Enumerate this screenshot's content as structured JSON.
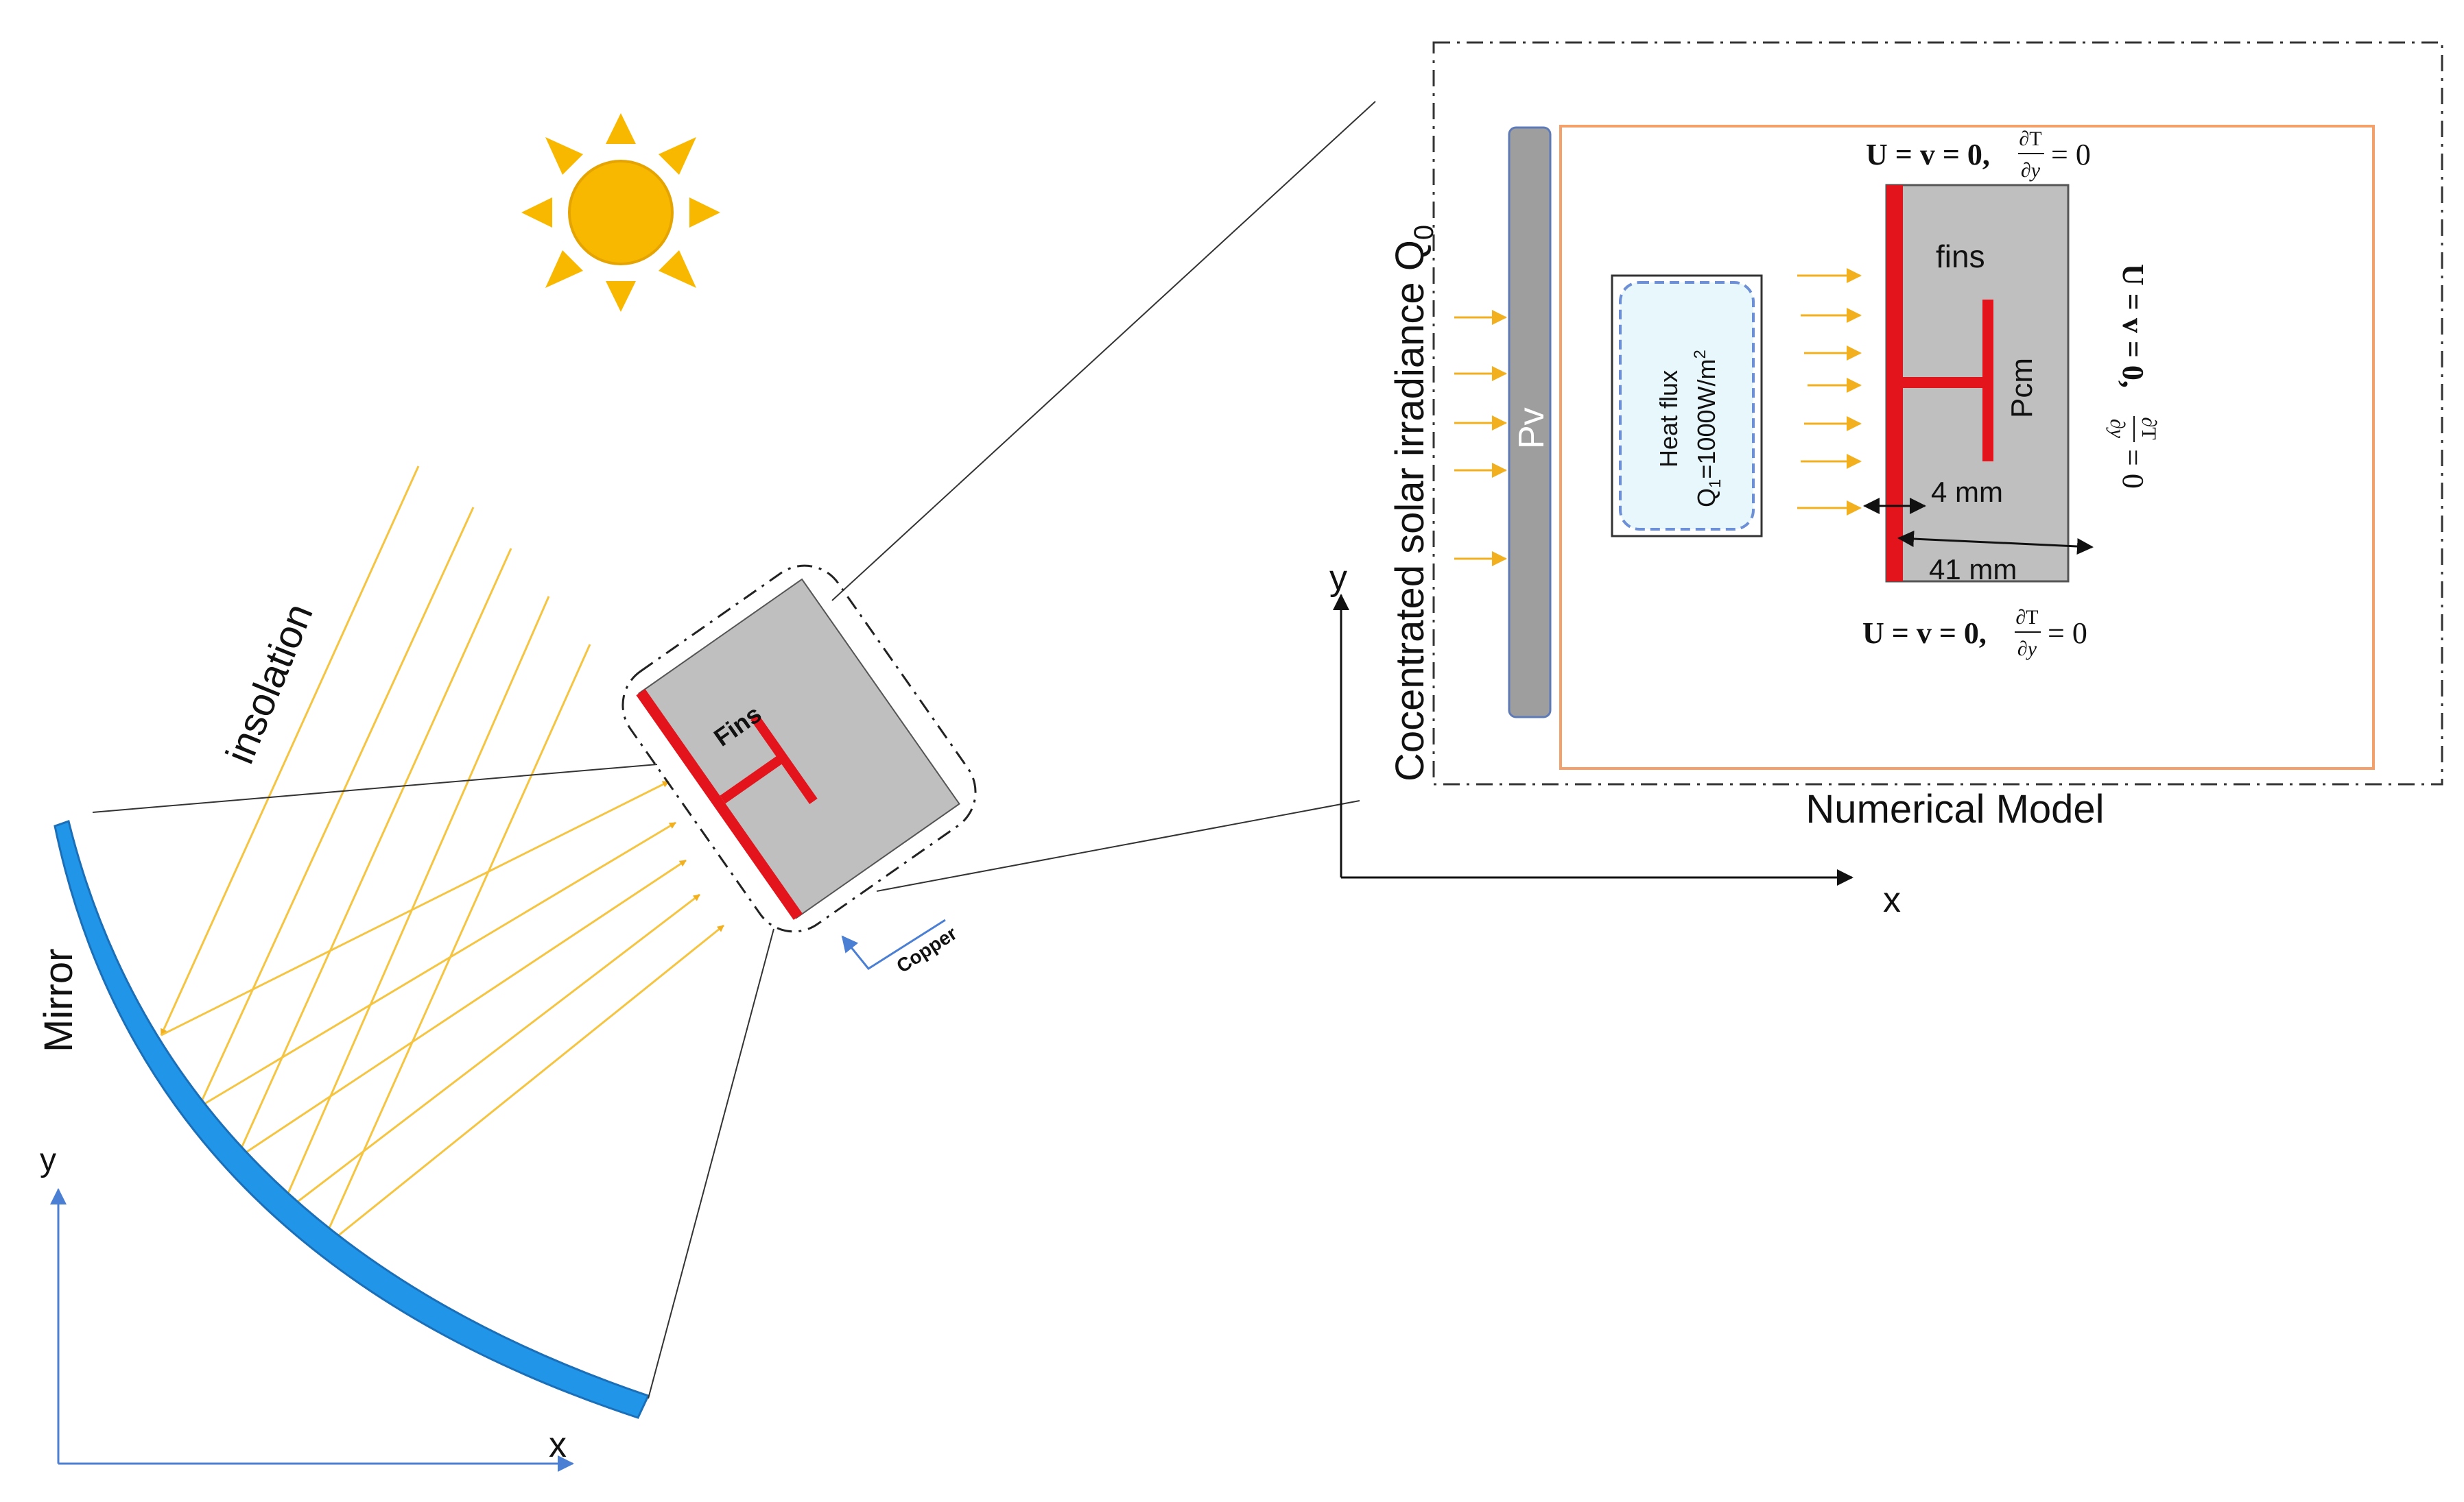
{
  "labels": {
    "insolation": "insolation",
    "mirror": "Mirror",
    "fins_small": "Fins",
    "copper": "Copper",
    "axis_x_left": "x",
    "axis_y_left": "y",
    "irradiance": "Cocentrated solar irradiance Q",
    "irradiance_sub": "0",
    "pv": "Pv",
    "heat_flux_line1": "Heat flux",
    "heat_flux_line2": "Q",
    "heat_flux_sub": "1",
    "heat_flux_line2_rest": "=1000W/m",
    "heat_flux_sup": "2",
    "fins": "fins",
    "pcm": "Pcm",
    "dim_4mm": "4 mm",
    "dim_41mm": "41 mm",
    "bc_top_prefix": "U = v = 0,",
    "bc_bottom_prefix": "U = v = 0,",
    "bc_right_prefix": "U = v = 0,",
    "bc_frac_num": "∂T",
    "bc_frac_den": "∂y",
    "bc_suffix": "= 0",
    "numerical_model": "Numerical Model",
    "axis_x_right": "x",
    "axis_y_right": "y"
  },
  "colors": {
    "sun": "#F9B800",
    "ray": "#F5C542",
    "arrow": "#F2B01E",
    "mirror": "#2196E8",
    "fin": "#E3141B",
    "pcm_fill": "#BFBFBF",
    "pv_fill": "#9E9E9E",
    "domain_border": "#F4A06B",
    "heat_flux_fill": "#E7F7FB",
    "heat_flux_border": "#6C8FD6",
    "axis_blue": "#4A7FD4",
    "text": "#111111"
  },
  "icons": [
    "sun-icon"
  ]
}
